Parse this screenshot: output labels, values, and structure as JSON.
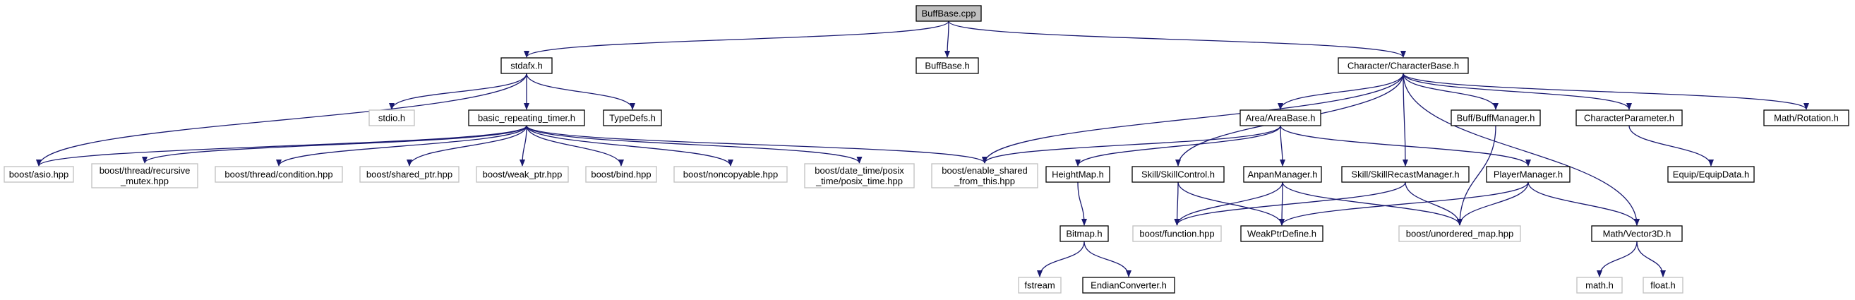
{
  "colors": {
    "edge": "#191970",
    "node_border": "#000000",
    "external_border": "#bfbfbf",
    "root_fill": "#bfbfbf",
    "external_text": "#7f7f7f"
  },
  "nodes": {
    "buffbase_cpp": {
      "lines": [
        "BuffBase.cpp"
      ],
      "kind": "root"
    },
    "stdafx_h": {
      "lines": [
        "stdafx.h"
      ],
      "kind": "local"
    },
    "buffbase_h": {
      "lines": [
        "BuffBase.h"
      ],
      "kind": "local"
    },
    "characterbase_h": {
      "lines": [
        "Character/CharacterBase.h"
      ],
      "kind": "local"
    },
    "stdio_h": {
      "lines": [
        "stdio.h"
      ],
      "kind": "external"
    },
    "basic_repeating_timer_h": {
      "lines": [
        "basic_repeating_timer.h"
      ],
      "kind": "local"
    },
    "typedefs_h": {
      "lines": [
        "TypeDefs.h"
      ],
      "kind": "local"
    },
    "boost_asio": {
      "lines": [
        "boost/asio.hpp"
      ],
      "kind": "external"
    },
    "boost_recursive_mutex": {
      "lines": [
        "boost/thread/recursive",
        "_mutex.hpp"
      ],
      "kind": "external"
    },
    "boost_condition": {
      "lines": [
        "boost/thread/condition.hpp"
      ],
      "kind": "external"
    },
    "boost_shared_ptr": {
      "lines": [
        "boost/shared_ptr.hpp"
      ],
      "kind": "external"
    },
    "boost_weak_ptr": {
      "lines": [
        "boost/weak_ptr.hpp"
      ],
      "kind": "external"
    },
    "boost_bind": {
      "lines": [
        "boost/bind.hpp"
      ],
      "kind": "external"
    },
    "boost_noncopyable": {
      "lines": [
        "boost/noncopyable.hpp"
      ],
      "kind": "external"
    },
    "boost_posix_time": {
      "lines": [
        "boost/date_time/posix",
        "_time/posix_time.hpp"
      ],
      "kind": "external"
    },
    "boost_enable_shared": {
      "lines": [
        "boost/enable_shared",
        "_from_this.hpp"
      ],
      "kind": "external"
    },
    "areabase_h": {
      "lines": [
        "Area/AreaBase.h"
      ],
      "kind": "local"
    },
    "buffmanager_h": {
      "lines": [
        "Buff/BuffManager.h"
      ],
      "kind": "local"
    },
    "characterparameter_h": {
      "lines": [
        "CharacterParameter.h"
      ],
      "kind": "local"
    },
    "rotation_h": {
      "lines": [
        "Math/Rotation.h"
      ],
      "kind": "local"
    },
    "heightmap_h": {
      "lines": [
        "HeightMap.h"
      ],
      "kind": "local"
    },
    "skillcontrol_h": {
      "lines": [
        "Skill/SkillControl.h"
      ],
      "kind": "local"
    },
    "anpanmanager_h": {
      "lines": [
        "AnpanManager.h"
      ],
      "kind": "local"
    },
    "skillrecast_h": {
      "lines": [
        "Skill/SkillRecastManager.h"
      ],
      "kind": "local"
    },
    "playermanager_h": {
      "lines": [
        "PlayerManager.h"
      ],
      "kind": "local"
    },
    "equipdata_h": {
      "lines": [
        "Equip/EquipData.h"
      ],
      "kind": "local"
    },
    "bitmap_h": {
      "lines": [
        "Bitmap.h"
      ],
      "kind": "local"
    },
    "boost_function": {
      "lines": [
        "boost/function.hpp"
      ],
      "kind": "external"
    },
    "weakptrdefine_h": {
      "lines": [
        "WeakPtrDefine.h"
      ],
      "kind": "local"
    },
    "boost_unordered_map": {
      "lines": [
        "boost/unordered_map.hpp"
      ],
      "kind": "external"
    },
    "vector3d_h": {
      "lines": [
        "Math/Vector3D.h"
      ],
      "kind": "local"
    },
    "fstream": {
      "lines": [
        "fstream"
      ],
      "kind": "external"
    },
    "endianconverter_h": {
      "lines": [
        "EndianConverter.h"
      ],
      "kind": "local"
    },
    "math_h": {
      "lines": [
        "math.h"
      ],
      "kind": "external"
    },
    "float_h": {
      "lines": [
        "float.h"
      ],
      "kind": "external"
    }
  },
  "edges": [
    [
      "buffbase_cpp",
      "stdafx_h"
    ],
    [
      "buffbase_cpp",
      "buffbase_h"
    ],
    [
      "buffbase_cpp",
      "characterbase_h"
    ],
    [
      "stdafx_h",
      "stdio_h"
    ],
    [
      "stdafx_h",
      "basic_repeating_timer_h"
    ],
    [
      "stdafx_h",
      "typedefs_h"
    ],
    [
      "stdafx_h",
      "boost_asio"
    ],
    [
      "basic_repeating_timer_h",
      "boost_asio"
    ],
    [
      "basic_repeating_timer_h",
      "boost_recursive_mutex"
    ],
    [
      "basic_repeating_timer_h",
      "boost_condition"
    ],
    [
      "basic_repeating_timer_h",
      "boost_shared_ptr"
    ],
    [
      "basic_repeating_timer_h",
      "boost_weak_ptr"
    ],
    [
      "basic_repeating_timer_h",
      "boost_bind"
    ],
    [
      "basic_repeating_timer_h",
      "boost_noncopyable"
    ],
    [
      "basic_repeating_timer_h",
      "boost_posix_time"
    ],
    [
      "basic_repeating_timer_h",
      "boost_enable_shared"
    ],
    [
      "characterbase_h",
      "boost_enable_shared"
    ],
    [
      "characterbase_h",
      "areabase_h"
    ],
    [
      "characterbase_h",
      "skillcontrol_h"
    ],
    [
      "characterbase_h",
      "skillrecast_h"
    ],
    [
      "characterbase_h",
      "buffmanager_h"
    ],
    [
      "characterbase_h",
      "characterparameter_h"
    ],
    [
      "characterbase_h",
      "rotation_h"
    ],
    [
      "characterbase_h",
      "vector3d_h"
    ],
    [
      "areabase_h",
      "boost_enable_shared"
    ],
    [
      "areabase_h",
      "heightmap_h"
    ],
    [
      "areabase_h",
      "anpanmanager_h"
    ],
    [
      "areabase_h",
      "playermanager_h"
    ],
    [
      "heightmap_h",
      "bitmap_h"
    ],
    [
      "bitmap_h",
      "fstream"
    ],
    [
      "bitmap_h",
      "endianconverter_h"
    ],
    [
      "skillcontrol_h",
      "boost_function"
    ],
    [
      "skillcontrol_h",
      "weakptrdefine_h"
    ],
    [
      "anpanmanager_h",
      "boost_function"
    ],
    [
      "anpanmanager_h",
      "weakptrdefine_h"
    ],
    [
      "anpanmanager_h",
      "boost_unordered_map"
    ],
    [
      "skillrecast_h",
      "boost_function"
    ],
    [
      "skillrecast_h",
      "boost_unordered_map"
    ],
    [
      "playermanager_h",
      "weakptrdefine_h"
    ],
    [
      "playermanager_h",
      "boost_unordered_map"
    ],
    [
      "playermanager_h",
      "vector3d_h"
    ],
    [
      "buffmanager_h",
      "boost_unordered_map"
    ],
    [
      "characterparameter_h",
      "equipdata_h"
    ],
    [
      "vector3d_h",
      "math_h"
    ],
    [
      "vector3d_h",
      "float_h"
    ]
  ]
}
